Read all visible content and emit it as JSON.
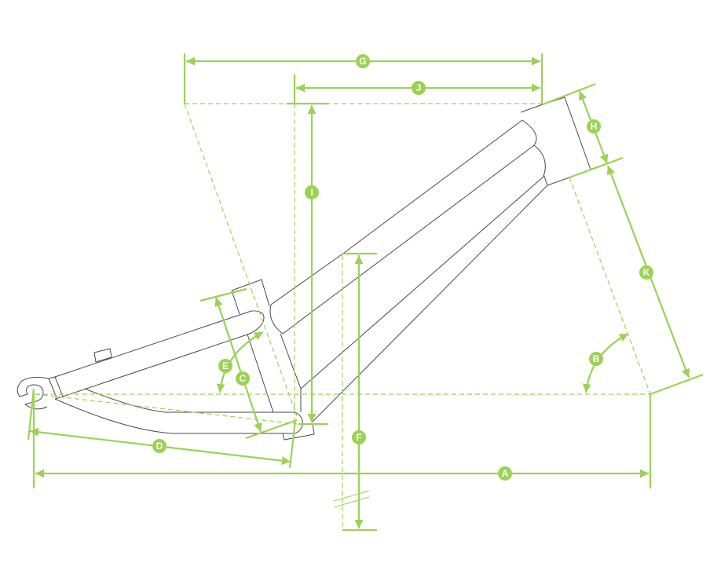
{
  "diagram": {
    "title": "Bike frame geometry",
    "accent_color": "#9bd255",
    "frame_color": "#4a4a4a",
    "labels": {
      "A": "A",
      "B": "B",
      "C": "C",
      "D": "D",
      "E": "E",
      "F": "F",
      "G": "G",
      "H": "H",
      "I": "I",
      "J": "J",
      "K": "K"
    }
  }
}
